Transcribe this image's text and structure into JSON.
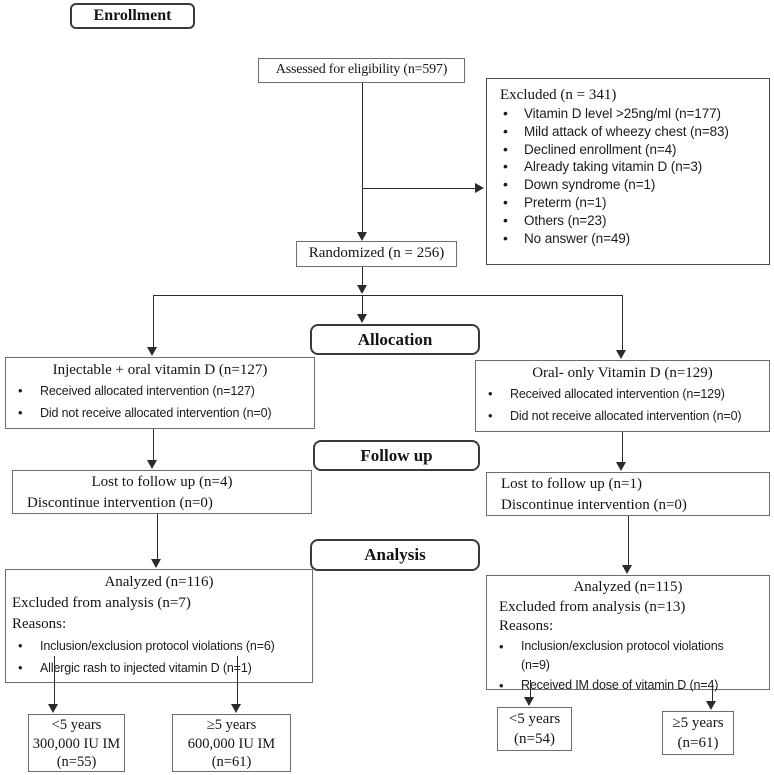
{
  "diagram": {
    "stages": {
      "enrollment": "Enrollment",
      "allocation": "Allocation",
      "followup": "Follow up",
      "analysis": "Analysis"
    },
    "assessed": {
      "text": "Assessed for eligibility (n=597)"
    },
    "excluded": {
      "title": "Excluded (n = 341)",
      "items": [
        "Vitamin D level >25ng/ml (n=177)",
        "Mild attack of wheezy chest (n=83)",
        "Declined enrollment  (n=4)",
        "Already taking vitamin D (n=3)",
        "Down syndrome (n=1)",
        "Preterm (n=1)",
        "Others (n=23)",
        "No answer (n=49)"
      ]
    },
    "randomized": {
      "text": "Randomized (n = 256)"
    },
    "arm_left": {
      "title": "Injectable + oral vitamin D (n=127)",
      "bullet1": "Received allocated intervention (n=127)",
      "bullet2": "Did not receive allocated intervention (n=0)"
    },
    "arm_right": {
      "title": "Oral- only Vitamin D (n=129)",
      "bullet1": "Received allocated intervention (n=129)",
      "bullet2": "Did not receive allocated intervention (n=0)"
    },
    "followup_left": {
      "line1": "Lost to follow up (n=4)",
      "line2": "Discontinue intervention (n=0)"
    },
    "followup_right": {
      "line1": "Lost to follow up (n=1)",
      "line2": "Discontinue intervention (n=0)"
    },
    "analysis_left": {
      "title": "Analyzed (n=116)",
      "excluded_line": "Excluded from analysis (n=7)",
      "reasons_label": "Reasons:",
      "bullet1": "Inclusion/exclusion protocol violations (n=6)",
      "bullet2": "Allergic rash to injected vitamin D (n=1)"
    },
    "analysis_right": {
      "title": "Analyzed (n=115)",
      "excluded_line": "Excluded from analysis (n=13)",
      "reasons_label": "Reasons:",
      "bullet1_line1": "Inclusion/exclusion protocol violations",
      "bullet1_line2": "(n=9)",
      "bullet2": "Received IM dose of vitamin D (n=4)"
    },
    "subgroup_left_young": {
      "line1": "<5 years",
      "line2": "300,000 IU IM",
      "line3": "(n=55)"
    },
    "subgroup_left_old": {
      "line1": "≥5 years",
      "line2": "600,000 IU IM",
      "line3": "(n=61)"
    },
    "subgroup_right_young": {
      "line1": "<5 years",
      "line2": "(n=54)"
    },
    "subgroup_right_old": {
      "line1": "≥5 years",
      "line2": "(n=61)"
    }
  }
}
